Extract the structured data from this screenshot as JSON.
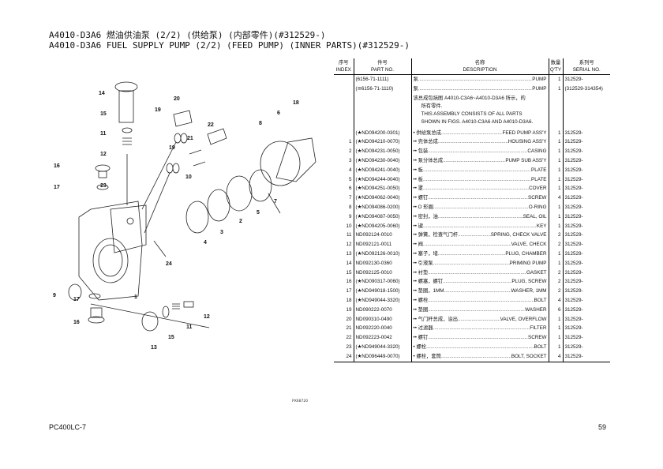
{
  "title": {
    "line1": "A4010-D3A6 燃油供油泵 (2/2) (供给泵) (内部零件)(#312529-)",
    "line2": "A4010-D3A6 FUEL SUPPLY PUMP (2/2) (FEED PUMP) (INNER PARTS)(#312529-)"
  },
  "table": {
    "headers": {
      "index_cn": "序号",
      "index_en": "INDEX",
      "part_cn": "件号",
      "part_en": "PART NO.",
      "desc_cn": "名称",
      "desc_en": "DESCRIPTION",
      "qty_cn": "数量",
      "qty_en": "Q'TY",
      "serial_cn": "系列号",
      "serial_en": "SERIAL NO."
    },
    "pre_rows": [
      {
        "index": "",
        "part": "(6156-71-1111)",
        "cn": "泵",
        "en": "PUMP",
        "qty": "1",
        "serial": "312529-"
      },
      {
        "index": "",
        "part": "(≅6156-71-1110)",
        "cn": "泵",
        "en": "PUMP",
        "qty": "1",
        "serial": "(312529-314354)"
      }
    ],
    "note": {
      "cn1": "该总成包括图 A4010-C3A6~A4010-D3A6 所示，的",
      "cn2": "所有零件.",
      "en1": "THIS ASSEMBLY CONSISTS OF ALL PARTS",
      "en2": "SHOWN IN FIGS. A4010-C3A6 AND A4010-D3A6."
    },
    "rows": [
      {
        "index": "",
        "part": "(★ND094200-0301)",
        "cn": "• 供给泵总成",
        "en": "FEED PUMP ASS'Y",
        "qty": "1",
        "serial": "312529-"
      },
      {
        "index": "1",
        "part": "(★ND094210-0070)",
        "cn": "•• 壳体总成",
        "en": "HOUSING ASS'Y",
        "qty": "1",
        "serial": "312529-"
      },
      {
        "index": "2",
        "part": "(★ND094231-0050)",
        "cn": "•• 包装",
        "en": "CASING",
        "qty": "1",
        "serial": "312529-"
      },
      {
        "index": "3",
        "part": "(★ND094230-0040)",
        "cn": "•• 泵分体总成",
        "en": "PUMP SUB ASS'Y",
        "qty": "1",
        "serial": "312529-"
      },
      {
        "index": "4",
        "part": "(★ND094241-0040)",
        "cn": "•• 板",
        "en": "PLATE",
        "qty": "1",
        "serial": "312529-"
      },
      {
        "index": "5",
        "part": "(★ND094244-0040)",
        "cn": "•• 板",
        "en": "PLATE",
        "qty": "1",
        "serial": "312529-"
      },
      {
        "index": "6",
        "part": "(★ND094251-0050)",
        "cn": "•• 罩",
        "en": "COVER",
        "qty": "1",
        "serial": "312529-"
      },
      {
        "index": "7",
        "part": "(★ND094062-0040)",
        "cn": "•• 螺钉",
        "en": "SCREW",
        "qty": "4",
        "serial": "312529-"
      },
      {
        "index": "8",
        "part": "(★ND094086-0200)",
        "cn": "•• O 形圈",
        "en": "O-RING",
        "qty": "1",
        "serial": "312529-"
      },
      {
        "index": "9",
        "part": "(★ND094087-0050)",
        "cn": "•• 密封，油",
        "en": "SEAL, OIL",
        "qty": "1",
        "serial": "312529-"
      },
      {
        "index": "10",
        "part": "(★ND094205-0060)",
        "cn": "•• 键",
        "en": "KEY",
        "qty": "1",
        "serial": "312529-"
      },
      {
        "index": "11",
        "part": "ND092124-0010",
        "cn": "•• 弹簧，检查气门杆",
        "en": "SPRING, CHECK VALVE",
        "qty": "2",
        "serial": "312529-"
      },
      {
        "index": "12",
        "part": "ND092121-0011",
        "cn": "•• 阀",
        "en": "VALVE, CHECK",
        "qty": "2",
        "serial": "312529-"
      },
      {
        "index": "13",
        "part": "(★ND092126-0010)",
        "cn": "•• 塞子，堵",
        "en": "PLUG, CHAMBER",
        "qty": "1",
        "serial": "312529-"
      },
      {
        "index": "14",
        "part": "ND092130-0360",
        "cn": "•• 引液泵",
        "en": "PRIMING PUMP",
        "qty": "1",
        "serial": "312529-"
      },
      {
        "index": "15",
        "part": "ND092125-0010",
        "cn": "•• 衬垫",
        "en": "GASKET",
        "qty": "2",
        "serial": "312529-"
      },
      {
        "index": "16",
        "part": "(★ND090317-0060)",
        "cn": "•• 螺塞，螺钉",
        "en": "PLUG, SCREW",
        "qty": "2",
        "serial": "312529-"
      },
      {
        "index": "17",
        "part": "(★ND949018-1500)",
        "cn": "•• 垫圈，1MM",
        "en": "WASHER, 1MM",
        "qty": "2",
        "serial": "312529-"
      },
      {
        "index": "18",
        "part": "(★ND949044-3320)",
        "cn": "•• 螺栓",
        "en": "BOLT",
        "qty": "4",
        "serial": "312529-"
      },
      {
        "index": "19",
        "part": "ND090222-0070",
        "cn": "•• 垫圈",
        "en": "WASHER",
        "qty": "6",
        "serial": "312529-"
      },
      {
        "index": "20",
        "part": "ND090310-0490",
        "cn": "•• 气门杆总成，溢出",
        "en": "VALVE, OVERFLOW",
        "qty": "1",
        "serial": "312529-"
      },
      {
        "index": "21",
        "part": "ND092220-0040",
        "cn": "•• 过滤器",
        "en": "FILTER",
        "qty": "1",
        "serial": "312529-"
      },
      {
        "index": "22",
        "part": "ND092223-0042",
        "cn": "•• 螺钉",
        "en": "SCREW",
        "qty": "1",
        "serial": "312529-"
      },
      {
        "index": "23",
        "part": "(★ND949044-3320)",
        "cn": "• 螺栓",
        "en": "BOLT",
        "qty": "1",
        "serial": "312529-"
      },
      {
        "index": "24",
        "part": "(★ND096449-0070)",
        "cn": "• 螺栓，套筒",
        "en": "BOLT, SOCKET",
        "qty": "4",
        "serial": "312529-"
      }
    ]
  },
  "diagram": {
    "figure_code": "PX68720",
    "callouts": [
      "14",
      "15",
      "11",
      "12",
      "16",
      "17",
      "23",
      "20",
      "19",
      "19",
      "21",
      "22",
      "10",
      "8",
      "6",
      "18",
      "7",
      "5",
      "2",
      "3",
      "4",
      "24",
      "9",
      "17",
      "1",
      "16",
      "12",
      "11",
      "15",
      "13"
    ]
  },
  "footer": {
    "model": "PC400LC-7",
    "page": "59"
  }
}
